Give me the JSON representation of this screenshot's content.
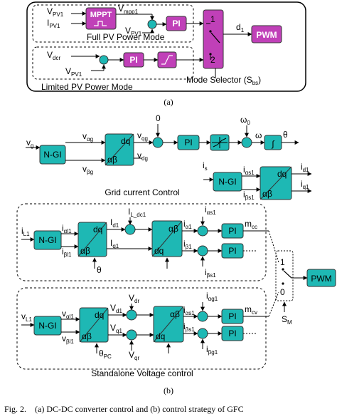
{
  "colors": {
    "block": "#c040b8",
    "teal": "#1eb8b4",
    "line": "#000000"
  },
  "part_a": {
    "label": "(a)",
    "full_mode": {
      "title": "Full PV Power Mode",
      "in_v": "V",
      "in_v_sub": "PV1",
      "in_i": "I",
      "in_i_sub": "PV1",
      "mppt": "MPPT",
      "vmpp": "V",
      "vmpp_sub": "mpp1",
      "fb": "V",
      "fb_sub": "PV1",
      "pi": "PI"
    },
    "limited_mode": {
      "title": "Limited PV Power Mode",
      "vdc": "V",
      "vdc_sub": "dcr",
      "fb": "V",
      "fb_sub": "PV1",
      "pi": "PI"
    },
    "selector": {
      "pos1": "1",
      "pos2": "2",
      "caption": "Mode Selector (S",
      "caption_sub": "bs",
      "caption_end": ")"
    },
    "d1": "d",
    "d1_sub": "1",
    "pwm": "PWM"
  },
  "part_b": {
    "label": "(b)",
    "grid": {
      "title": "Grid current Control",
      "vg": "v",
      "vg_sub": "g",
      "ngi": "N-GI",
      "va": "v",
      "va_sub": "αg",
      "vb": "v",
      "vb_sub": "βg",
      "dq": "dq",
      "ab": "αβ",
      "vqg": "v",
      "vqg_sub": "qg",
      "vdg": "v",
      "vdg_sub": "dg",
      "zero": "0",
      "pi": "PI",
      "omega0": "ω",
      "omega0_sub": "0",
      "omega": "ω",
      "theta": "θ",
      "is": "i",
      "is_sub": "s",
      "ia": "i",
      "ia_sub": "αs1",
      "ib": "i",
      "ib_sub": "βs1",
      "id": "i",
      "id_sub": "d1",
      "iq": "i",
      "iq_sub": "q1"
    },
    "cc": {
      "il1": "i",
      "il1_sub": "L1",
      "ngi": "N-GI",
      "ia": "i",
      "ia_sub": "αl1",
      "ib": "i",
      "ib_sub": "βl1",
      "dq": "dq",
      "ab": "αβ",
      "id": "I",
      "id_sub": "d1",
      "iq": "I",
      "iq_sub": "q1",
      "idc": "I",
      "idc_sub": "L_dc1",
      "theta": "θ",
      "ia1": "i",
      "ia1_sub": "α1",
      "ib1": "i",
      "ib1_sub": "β1",
      "ias": "i",
      "ias_sub": "αs1",
      "ibs": "i",
      "ibs_sub": "βs1",
      "pi1": "PI",
      "pi2": "PI",
      "mcc": "m",
      "mcc_sub": "cc"
    },
    "vc": {
      "title": "Standalone Voltage control",
      "vl1": "v",
      "vl1_sub": "L1",
      "ngi": "N-GI",
      "va": "v",
      "va_sub": "αl1",
      "vb": "v",
      "vb_sub": "βl1",
      "dq": "dq",
      "ab": "αβ",
      "vd": "V",
      "vd_sub": "d1",
      "vq": "V",
      "vq_sub": "q1",
      "vdr": "V",
      "vdr_sub": "dr",
      "vqr": "V",
      "vqr_sub": "qr",
      "thpc": "θ",
      "thpc_sub": "PC",
      "ias": "i",
      "ias_sub": "αs1",
      "ibs": "i",
      "ibs_sub": "βs1",
      "iag": "i",
      "iag_sub": "αg1",
      "ibg": "i",
      "ibg_sub": "βg1",
      "pi1": "PI",
      "pi2": "PI",
      "mcv": "m",
      "mcv_sub": "cv"
    },
    "switch": {
      "one": "1",
      "zero": "0",
      "sm": "S",
      "sm_sub": "M"
    },
    "pwm": "PWM"
  },
  "caption": {
    "fig": "Fig. 2.",
    "text": "(a) DC-DC converter control and (b) control strategy of GFC"
  }
}
